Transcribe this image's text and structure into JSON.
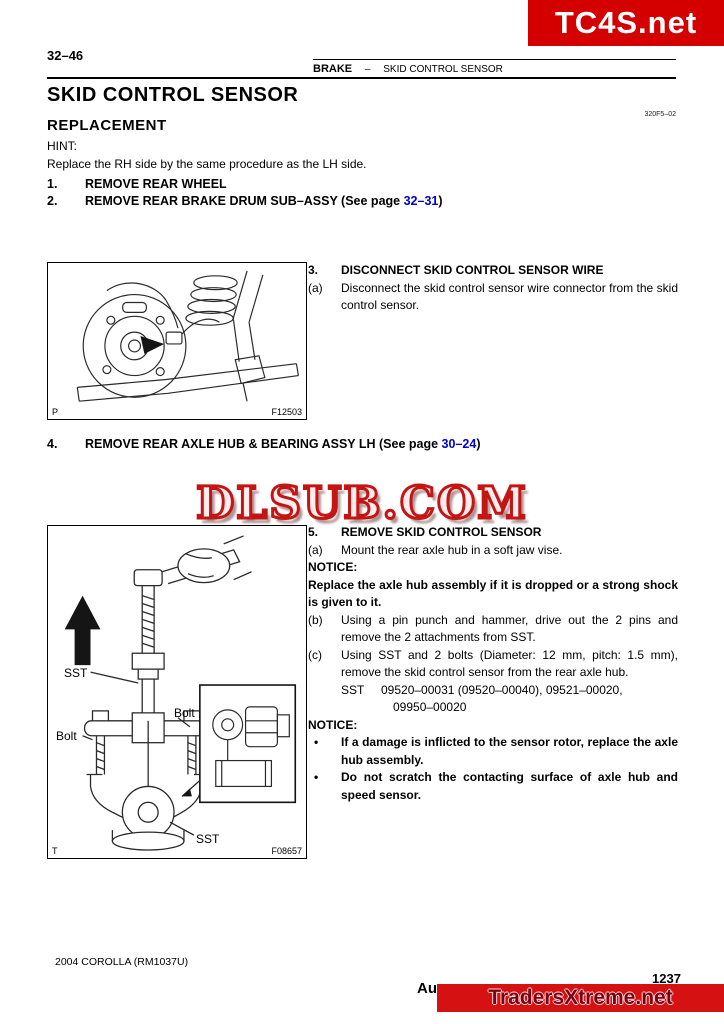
{
  "banners": {
    "top_watermark": "TC4S.net",
    "center_watermark": "DLSUB.COM",
    "bottom_watermark": "TradersXtreme.net",
    "bottom_partial_text": "Au"
  },
  "header": {
    "page_ref": "32–46",
    "section": "BRAKE",
    "separator": "–",
    "subsection": "SKID CONTROL SENSOR"
  },
  "page": {
    "title": "SKID CONTROL SENSOR",
    "subtitle": "REPLACEMENT",
    "doc_code": "320F5–02",
    "hint_label": "HINT:",
    "hint_text": "Replace the RH side by the same procedure as the LH side."
  },
  "steps": {
    "s1": {
      "num": "1.",
      "title": "REMOVE REAR WHEEL"
    },
    "s2": {
      "num": "2.",
      "title_pre": "REMOVE REAR BRAKE DRUM SUB–ASSY (See page ",
      "link": "32–31",
      "title_post": ")"
    },
    "s3": {
      "num": "3.",
      "title": "DISCONNECT SKID CONTROL SENSOR WIRE",
      "a_label": "(a)",
      "a_text": "Disconnect the skid control sensor wire connector from the skid control sensor."
    },
    "s4": {
      "num": "4.",
      "title_pre": "REMOVE REAR AXLE HUB & BEARING ASSY LH (See page ",
      "link": "30–24",
      "title_post": ")"
    },
    "s5": {
      "num": "5.",
      "title": "REMOVE SKID CONTROL SENSOR",
      "a_label": "(a)",
      "a_text": "Mount the rear axle hub in a soft jaw vise.",
      "notice1_label": "NOTICE:",
      "notice1_text": "Replace the axle hub assembly if it is dropped or a strong shock is given to it.",
      "b_label": "(b)",
      "b_text": "Using a pin punch and hammer, drive out the 2 pins and remove the 2 attachments from SST.",
      "c_label": "(c)",
      "c_text": "Using SST and 2 bolts (Diameter: 12 mm, pitch: 1.5 mm), remove the skid control sensor from the rear axle hub.",
      "sst_label": "SST",
      "sst_codes_line1": "09520–00031 (09520–00040),  09521–00020,",
      "sst_codes_line2": "09950–00020",
      "notice2_label": "NOTICE:",
      "bullet": "•",
      "notice2_item1": "If a damage is inflicted to the sensor rotor, replace the axle hub assembly.",
      "notice2_item2": "Do not scratch the contacting surface of axle hub and speed sensor."
    }
  },
  "figure1": {
    "corner_label": "P",
    "code": "F12503"
  },
  "figure2": {
    "corner_label": "T",
    "code": "F08657",
    "label_sst_top": "SST",
    "label_bolt_right": "Bolt",
    "label_bolt_left": "Bolt",
    "label_sst_bottom": "SST"
  },
  "footer": {
    "model_line": "2004 COROLLA   (RM1037U)",
    "page_number": "1237"
  },
  "colors": {
    "link": "#0000cc",
    "banner_red": "#d40000"
  }
}
